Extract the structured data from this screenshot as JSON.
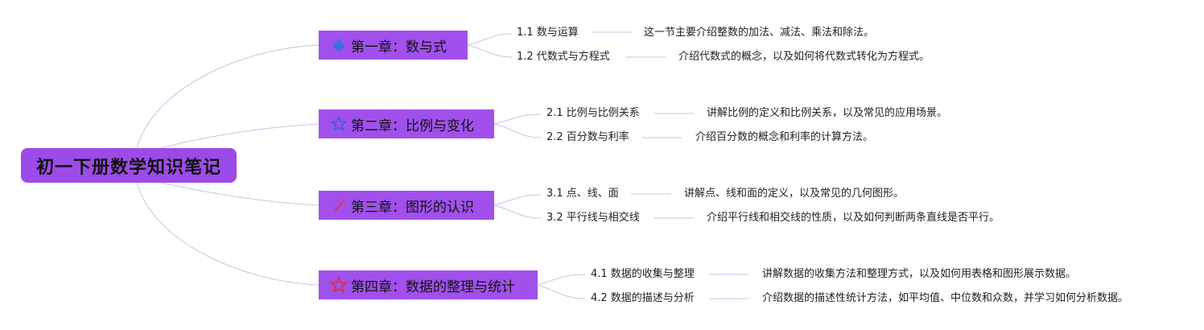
{
  "root": {
    "title": "初一下册数学知识笔记"
  },
  "chapters": [
    {
      "title": "第一章：数与式",
      "icon": "spade-icon",
      "sections": [
        {
          "label": "1.1 数与运算",
          "desc": "这一节主要介绍整数的加法、减法、乘法和除法。"
        },
        {
          "label": "1.2 代数式与方程式",
          "desc": "介绍代数式的概念，以及如何将代数式转化为方程式。"
        }
      ]
    },
    {
      "title": "第二章：比例与变化",
      "icon": "star-outline-icon",
      "sections": [
        {
          "label": "2.1 比例与比例关系",
          "desc": "讲解比例的定义和比例关系，以及常见的应用场景。"
        },
        {
          "label": "2.2 百分数与利率",
          "desc": "介绍百分数的概念和利率的计算方法。"
        }
      ]
    },
    {
      "title": "第三章：图形的认识",
      "icon": "magic-wand-icon",
      "sections": [
        {
          "label": "3.1 点、线、面",
          "desc": "讲解点、线和面的定义，以及常见的几何图形。"
        },
        {
          "label": "3.2 平行线与相交线",
          "desc": "介绍平行线和相交线的性质，以及如何判断两条直线是否平行。"
        }
      ]
    },
    {
      "title": "第四章：数据的整理与统计",
      "icon": "red-star-icon",
      "sections": [
        {
          "label": "4.1 数据的收集与整理",
          "desc": "讲解数据的收集方法和整理方式，以及如何用表格和图形展示数据。"
        },
        {
          "label": "4.2 数据的描述与分析",
          "desc": "介绍数据的描述性统计方法，如平均值、中位数和众数，并学习如何分析数据。"
        }
      ]
    }
  ],
  "colors": {
    "node": "#a150ec",
    "line": "#c9b8e8"
  }
}
